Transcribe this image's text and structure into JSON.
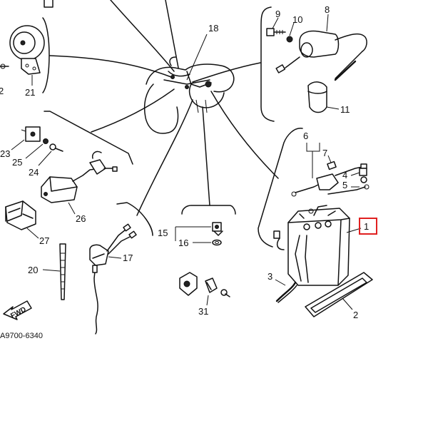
{
  "diagram": {
    "part_labels": {
      "p1": "1",
      "p2": "2",
      "p3": "3",
      "p4": "4",
      "p5": "5",
      "p6": "6",
      "p7": "7",
      "p8": "8",
      "p9": "9",
      "p10": "10",
      "p11": "11",
      "p15": "15",
      "p16": "16",
      "p17": "17",
      "p18": "18",
      "p20": "20",
      "p21": "21",
      "p23": "23",
      "p24": "24",
      "p25": "25",
      "p26": "26",
      "p27": "27",
      "p31": "31"
    },
    "edge_label": "2",
    "diagram_code": "A9700-6340",
    "fwd_label": "FWD",
    "highlighted_part": "1",
    "highlight_color": "#e02020"
  }
}
